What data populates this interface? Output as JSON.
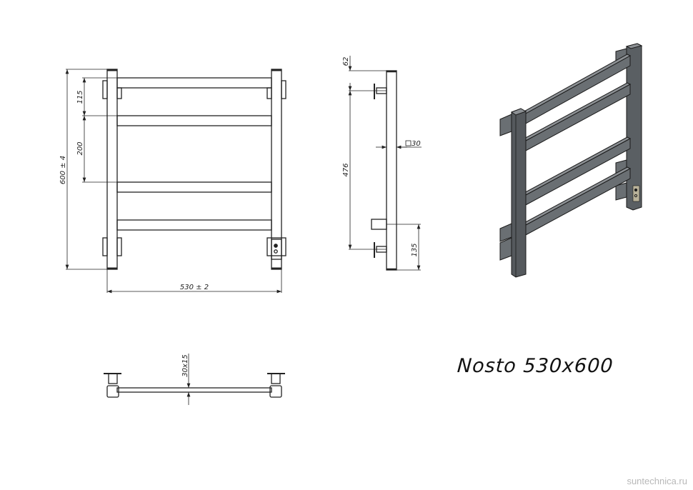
{
  "title": "Nosto 530x600",
  "watermark": "suntechnica.ru",
  "front_view": {
    "dimensions": {
      "height": "600 ± 4",
      "width": "530 ± 2",
      "top_to_rail": "115",
      "rail_spacing": "200"
    }
  },
  "side_view": {
    "dimensions": {
      "top_offset": "62",
      "mount_spacing": "476",
      "profile": "□30",
      "bottom_offset": "135"
    }
  },
  "top_view": {
    "dimensions": {
      "rail_section": "30x15"
    }
  },
  "isometric_view": {
    "color": "#555a5e"
  }
}
